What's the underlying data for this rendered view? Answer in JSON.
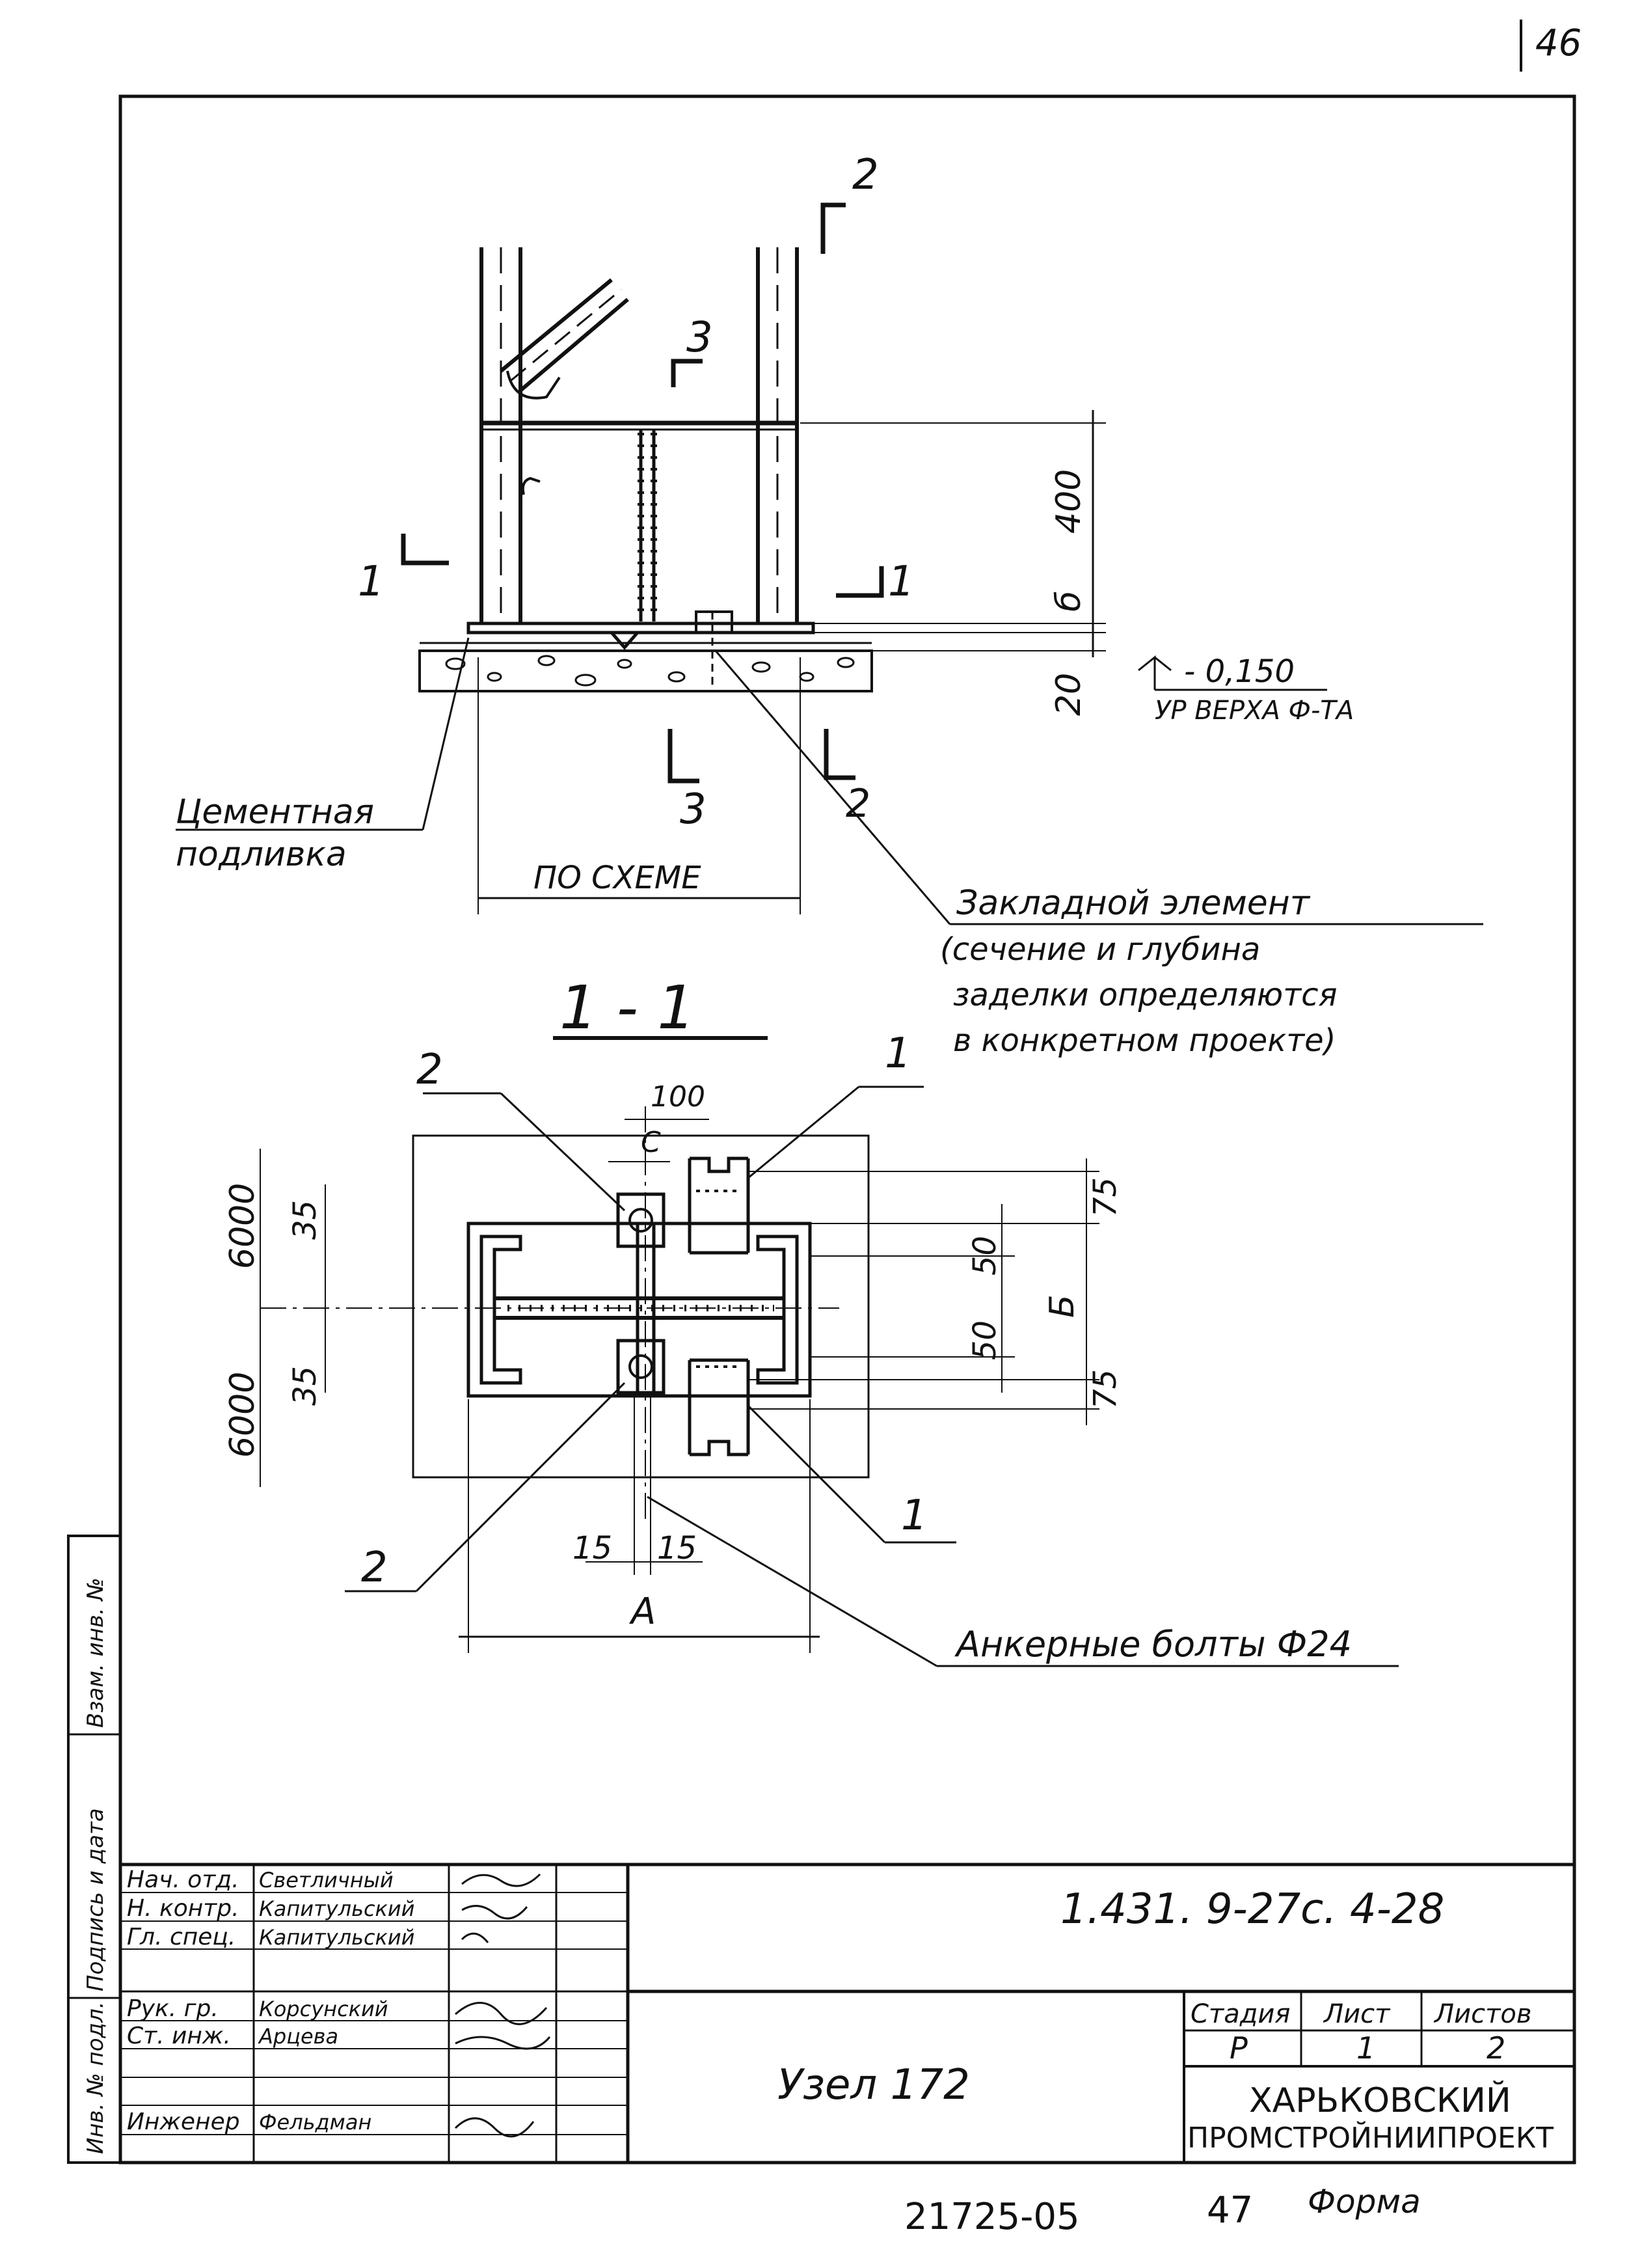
{
  "sheet": {
    "page_number": "46",
    "bottom_note": "21725-05",
    "bottom_sheet_no": "47",
    "bottom_form": "Форма"
  },
  "elevation": {
    "section_mark_2_top": "2",
    "section_mark_3_top": "3",
    "section_mark_1_left": "1",
    "section_mark_1_right": "1",
    "section_mark_3_bottom": "3",
    "section_mark_2_bottom": "2",
    "dim_400": "400",
    "dim_6": "б",
    "dim_20": "20",
    "level_value": "- 0,150",
    "level_label": "УР ВЕРХА Ф-ТА",
    "cement_label_1": "Цементная",
    "cement_label_2": "подливка",
    "span_label": "ПО СХЕМЕ",
    "embedded_1": "Закладной элемент",
    "embedded_2": "(сечение и глубина",
    "embedded_3": "заделки определяются",
    "embedded_4": "в конкретном проекте)"
  },
  "plan": {
    "section_title": "1 - 1",
    "label_2_top": "2",
    "label_1_top": "1",
    "label_2_bottom": "2",
    "label_1_bottom": "1",
    "dim_100": "100",
    "dim_c": "С",
    "dim_6000_top": "6000",
    "dim_6000_bottom": "6000",
    "dim_35_top": "35",
    "dim_35_bottom": "35",
    "dim_75_top": "75",
    "dim_75_bottom": "75",
    "dim_50_top": "50",
    "dim_50_bottom": "50",
    "dim_b": "Б",
    "dim_15_left": "15",
    "dim_15_right": "15",
    "dim_a": "А",
    "anchor_label": "Анкерные болты Ф24"
  },
  "title_block": {
    "roles": [
      "Нач. отд.",
      "Н. контр.",
      "Гл. спец.",
      "Рук. гр.",
      "Ст. инж.",
      "",
      "Инженер"
    ],
    "names": [
      "Светличный",
      "Капитульский",
      "Капитульский",
      "Корсунский",
      "Арцева",
      "",
      "Фельдман"
    ],
    "code": "1.431. 9-27с. 4-28",
    "title": "Узел 172",
    "stage_header": "Стадия",
    "sheet_header": "Лист",
    "sheets_header": "Листов",
    "stage_value": "Р",
    "sheet_value": "1",
    "sheets_value": "2",
    "org_line_1": "ХАРЬКОВСКИЙ",
    "org_line_2": "ПРОМСТРОЙНИИПРОЕКТ"
  },
  "side_stamp": {
    "field_1": "Инв. № подл.",
    "field_2": "Подпись и дата",
    "field_3": "Взам. инв. №"
  }
}
